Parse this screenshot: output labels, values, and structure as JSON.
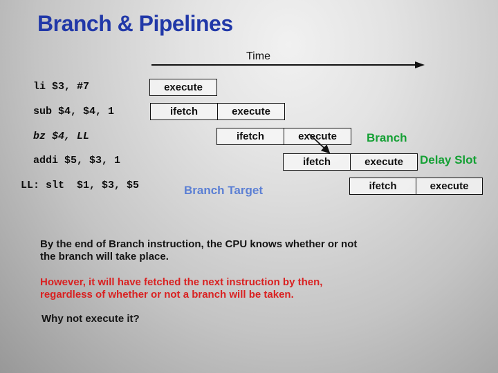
{
  "slide": {
    "title": "Branch & Pipelines",
    "time_label": "Time"
  },
  "colors": {
    "title_blue": "#2138a8",
    "annotation_green": "#14a034",
    "branch_target_blue": "#5b7fd4",
    "warning_red": "#d92121",
    "text_black": "#141414",
    "background_gray": "#c4c4c4"
  },
  "pipeline": {
    "rows": [
      {
        "instruction": "li $3, #7",
        "stages": [
          "execute"
        ]
      },
      {
        "instruction": "sub $4, $4, 1",
        "stages": [
          "ifetch",
          "execute"
        ]
      },
      {
        "instruction": "bz $4, LL",
        "stages": [
          "ifetch",
          "execute"
        ],
        "annotation": "Branch"
      },
      {
        "instruction": "addi $5, $3, 1",
        "stages": [
          "ifetch",
          "execute"
        ],
        "annotation": "Delay Slot"
      },
      {
        "instruction": "LL: slt  $1, $3, $5",
        "stages": [
          "ifetch",
          "execute"
        ],
        "annotation": "Branch Target"
      }
    ]
  },
  "notes": {
    "para1_lines": [
      "By the end of Branch instruction, the CPU knows whether or not",
      "the branch will take place."
    ],
    "para2_lines": [
      "However, it will have fetched the next instruction by then,",
      "regardless of whether or not a branch will be taken."
    ],
    "question": "Why not execute it?"
  }
}
